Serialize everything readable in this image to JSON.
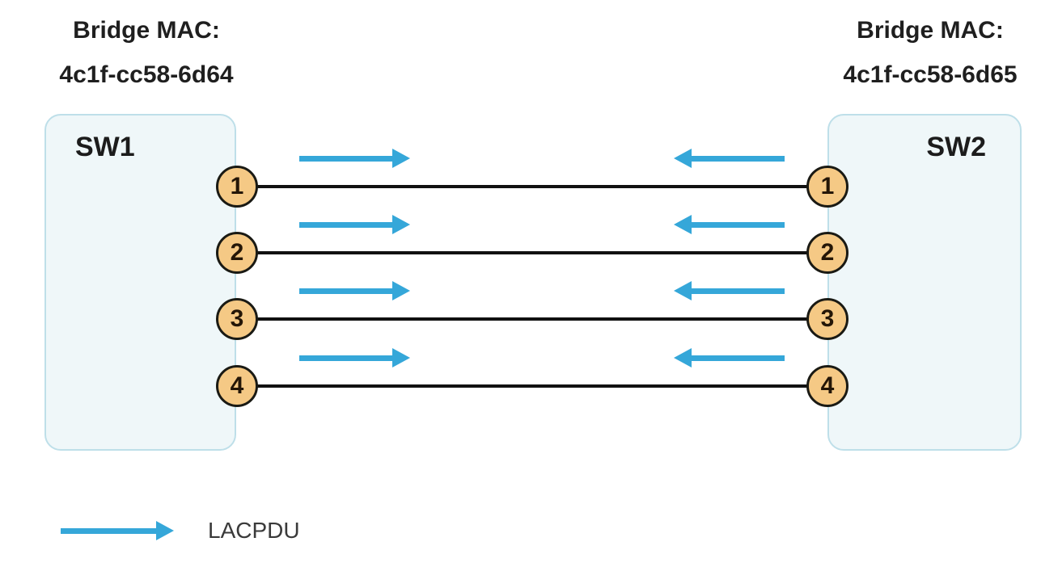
{
  "switches": [
    {
      "name": "SW1",
      "mac_title": "Bridge MAC:",
      "mac": "4c1f-cc58-6d64"
    },
    {
      "name": "SW2",
      "mac_title": "Bridge MAC:",
      "mac": "4c1f-cc58-6d65"
    }
  ],
  "links": [
    {
      "port": "1"
    },
    {
      "port": "2"
    },
    {
      "port": "3"
    },
    {
      "port": "4"
    }
  ],
  "legend": {
    "label": "LACPDU"
  },
  "colors": {
    "arrow_blue": "#35a7d9",
    "port_fill": "#f5c985",
    "port_border": "#1a1a14",
    "box_fill": "#eff7f9",
    "box_border": "#bedfe9",
    "link_line": "#111111",
    "label_text": "#1f1f1f",
    "legend_text": "#3a3a3a"
  }
}
